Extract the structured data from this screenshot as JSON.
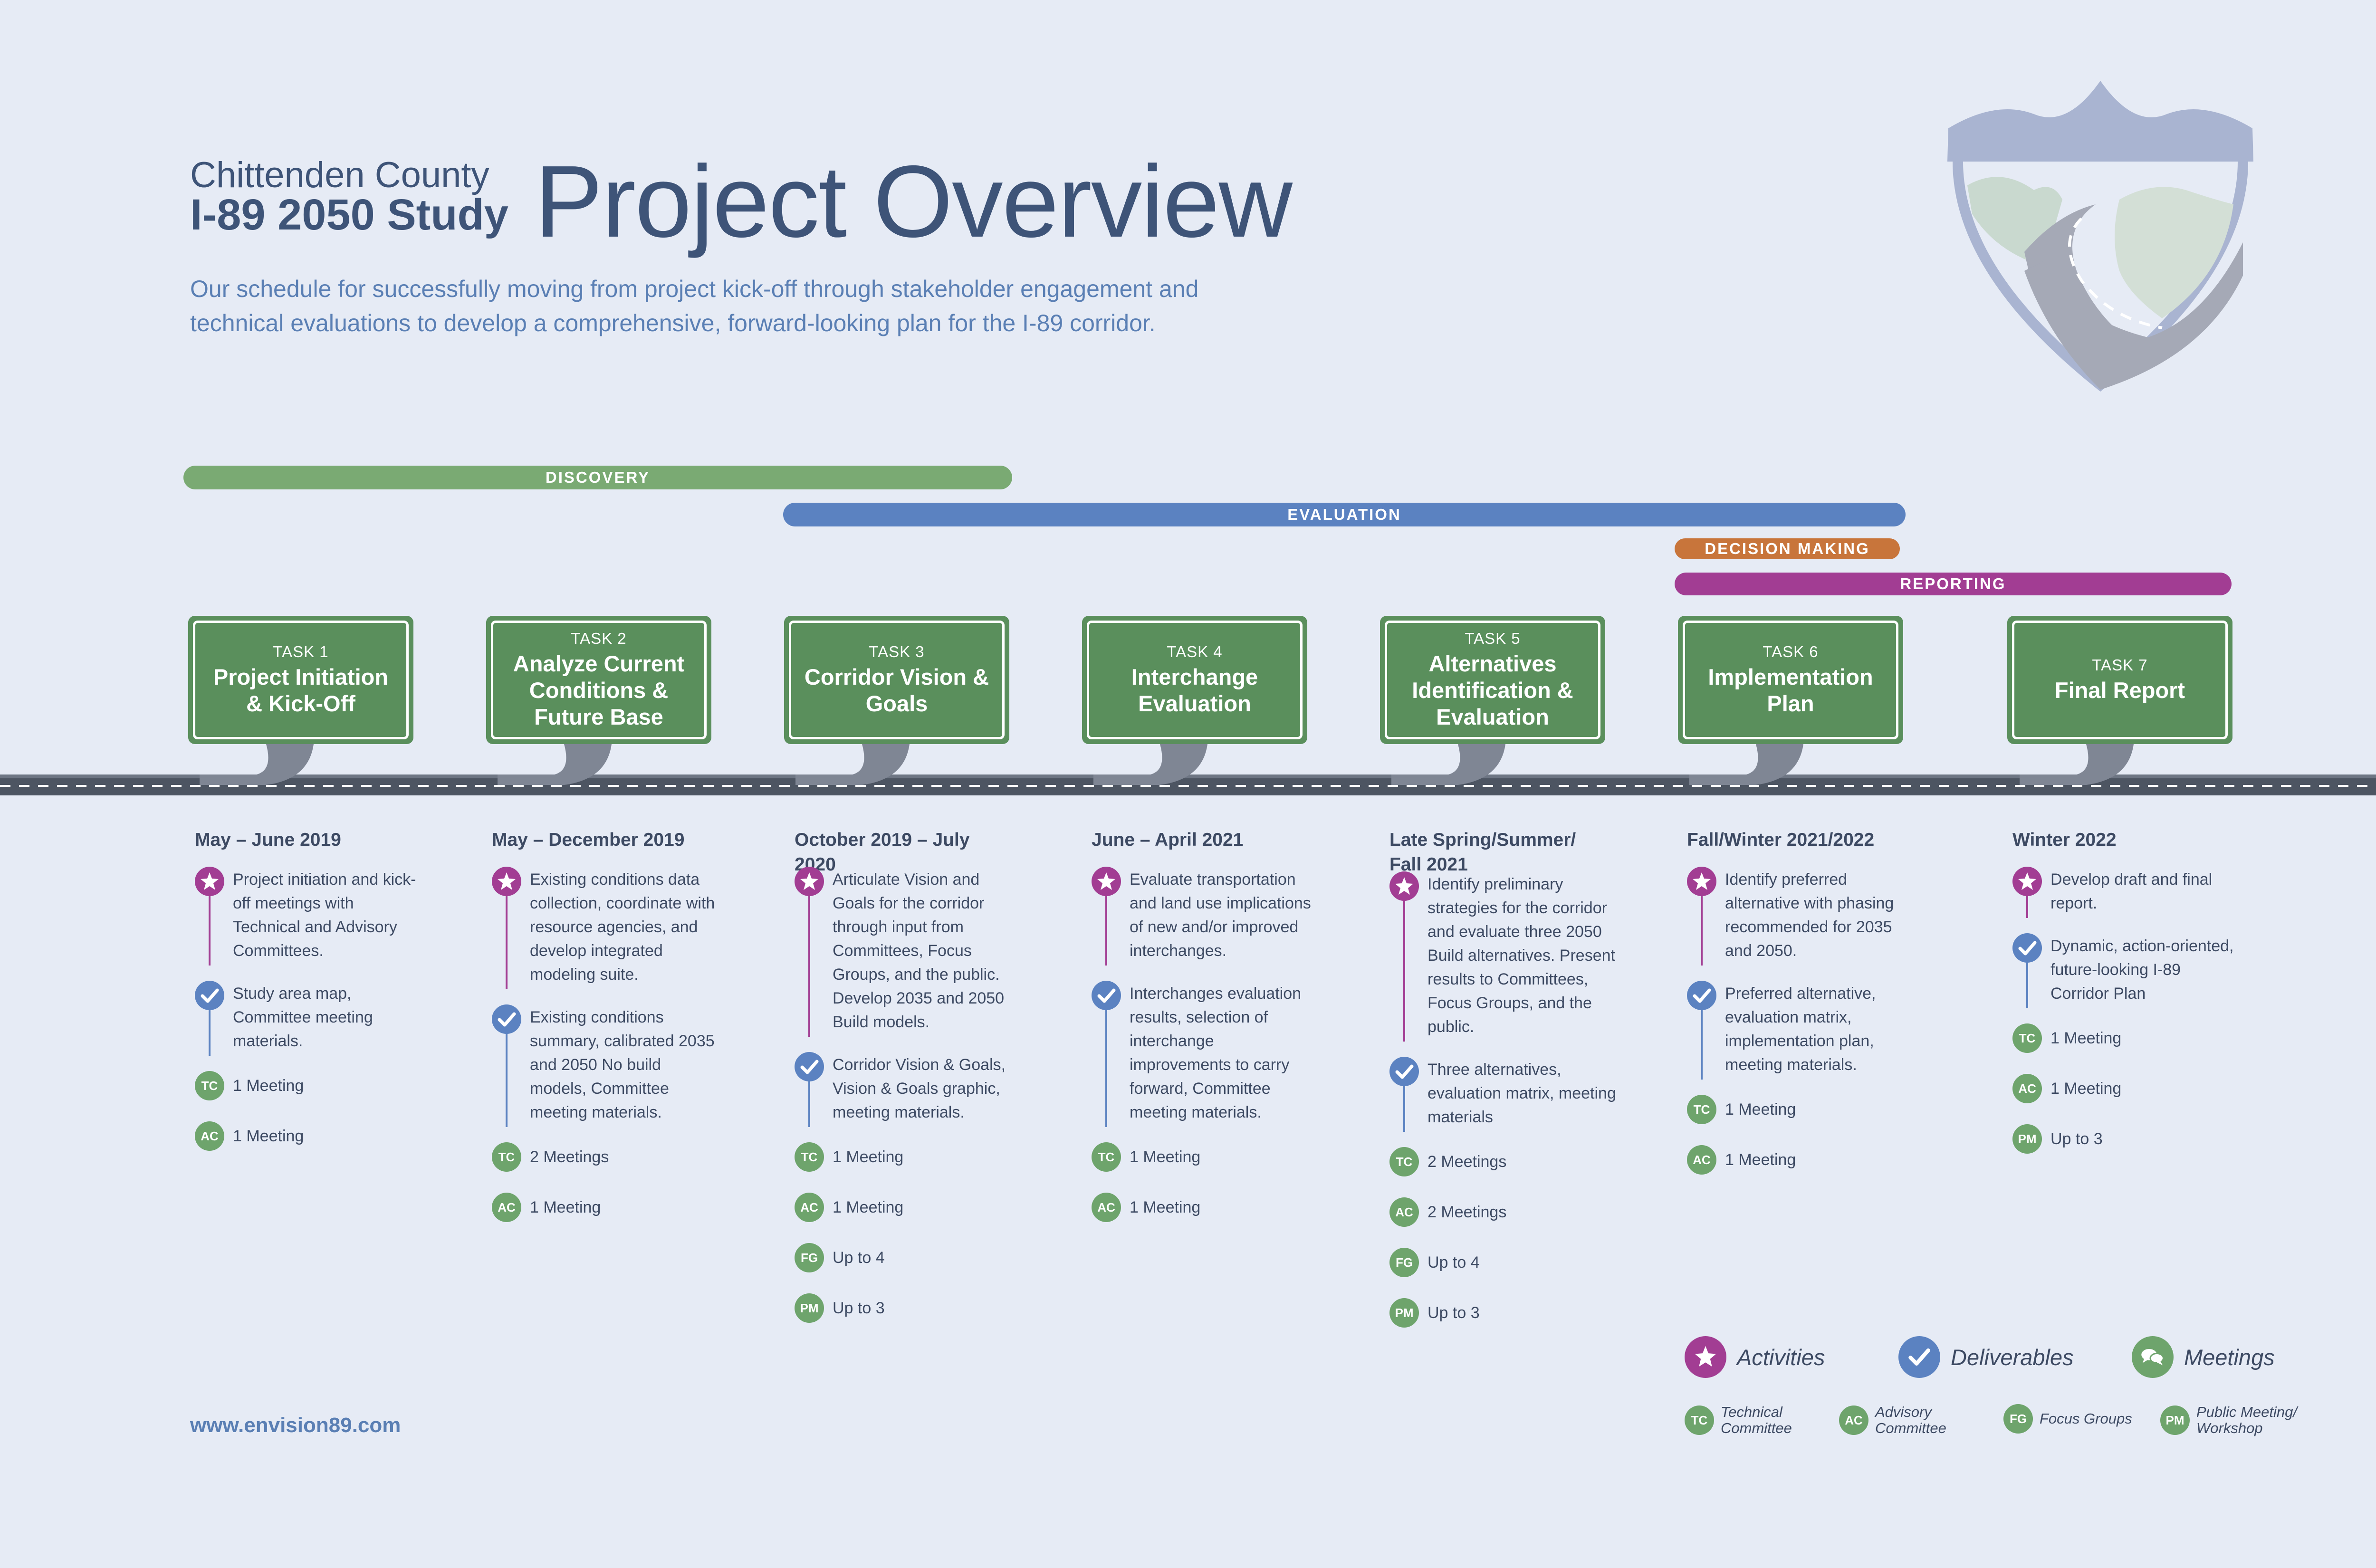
{
  "header": {
    "county": "Chittenden County",
    "study": "I-89 2050 Study",
    "title": "Project Overview",
    "subtitle": "Our schedule for successfully moving from project kick-off through stakeholder engagement and technical evaluations to develop a comprehensive, forward-looking plan for the I-89 corridor."
  },
  "phases": [
    {
      "label": "DISCOVERY",
      "color": "#7aaa73"
    },
    {
      "label": "EVALUATION",
      "color": "#5b82c1"
    },
    {
      "label": "DECISION MAKING",
      "color": "#c8753b"
    },
    {
      "label": "REPORTING",
      "color": "#a23d93"
    }
  ],
  "tasks": [
    {
      "label": "TASK 1",
      "name": "Project Initiation & Kick-Off",
      "date": "May – June 2019",
      "items": [
        {
          "type": "activity",
          "text": "Project initiation and kick-off meetings with Technical and Advisory Committees."
        },
        {
          "type": "deliverable",
          "text": "Study area map, Committee meeting materials."
        },
        {
          "type": "meeting",
          "code": "TC",
          "text": "1 Meeting"
        },
        {
          "type": "meeting",
          "code": "AC",
          "text": "1 Meeting"
        }
      ]
    },
    {
      "label": "TASK 2",
      "name": "Analyze Current Conditions & Future Base",
      "date": "May – December 2019",
      "items": [
        {
          "type": "activity",
          "text": "Existing conditions data collection, coordinate with resource agencies, and develop integrated modeling suite."
        },
        {
          "type": "deliverable",
          "text": "Existing conditions summary, calibrated 2035 and 2050 No build models, Committee meeting materials."
        },
        {
          "type": "meeting",
          "code": "TC",
          "text": "2 Meetings"
        },
        {
          "type": "meeting",
          "code": "AC",
          "text": "1 Meeting"
        }
      ]
    },
    {
      "label": "TASK 3",
      "name": "Corridor Vision & Goals",
      "date": "October 2019 – July 2020",
      "items": [
        {
          "type": "activity",
          "text": "Articulate Vision and Goals for the corridor through input from Committees, Focus Groups, and the public. Develop 2035 and 2050 Build models."
        },
        {
          "type": "deliverable",
          "text": "Corridor Vision & Goals, Vision & Goals graphic, meeting materials."
        },
        {
          "type": "meeting",
          "code": "TC",
          "text": "1 Meeting"
        },
        {
          "type": "meeting",
          "code": "AC",
          "text": "1 Meeting"
        },
        {
          "type": "meeting",
          "code": "FG",
          "text": "Up to 4"
        },
        {
          "type": "meeting",
          "code": "PM",
          "text": "Up to 3"
        }
      ]
    },
    {
      "label": "TASK 4",
      "name": "Interchange Evaluation",
      "date": "June – April 2021",
      "items": [
        {
          "type": "activity",
          "text": "Evaluate transportation and land use implications of new and/or improved interchanges."
        },
        {
          "type": "deliverable",
          "text": "Interchanges evaluation results, selection of interchange improvements to carry forward, Committee meeting materials."
        },
        {
          "type": "meeting",
          "code": "TC",
          "text": "1 Meeting"
        },
        {
          "type": "meeting",
          "code": "AC",
          "text": "1 Meeting"
        }
      ]
    },
    {
      "label": "TASK 5",
      "name": "Alternatives Identification & Evaluation",
      "date": "Late Spring/Summer/ Fall 2021",
      "items": [
        {
          "type": "activity",
          "text": "Identify preliminary strategies for the corridor and evaluate three 2050 Build alternatives. Present results to Committees, Focus Groups, and the public."
        },
        {
          "type": "deliverable",
          "text": "Three alternatives, evaluation matrix, meeting materials"
        },
        {
          "type": "meeting",
          "code": "TC",
          "text": "2 Meetings"
        },
        {
          "type": "meeting",
          "code": "AC",
          "text": "2 Meetings"
        },
        {
          "type": "meeting",
          "code": "FG",
          "text": "Up to 4"
        },
        {
          "type": "meeting",
          "code": "PM",
          "text": "Up to 3"
        }
      ]
    },
    {
      "label": "TASK 6",
      "name": "Implementation Plan",
      "date": "Fall/Winter 2021/2022",
      "items": [
        {
          "type": "activity",
          "text": "Identify preferred alternative with phasing recommended for 2035 and 2050."
        },
        {
          "type": "deliverable",
          "text": "Preferred alternative, evaluation matrix, implementation plan, meeting materials."
        },
        {
          "type": "meeting",
          "code": "TC",
          "text": "1 Meeting"
        },
        {
          "type": "meeting",
          "code": "AC",
          "text": "1 Meeting"
        }
      ]
    },
    {
      "label": "TASK 7",
      "name": "Final Report",
      "date": "Winter 2022",
      "items": [
        {
          "type": "activity",
          "text": "Develop draft and final report."
        },
        {
          "type": "deliverable",
          "text": "Dynamic, action-oriented, future-looking I-89 Corridor Plan"
        },
        {
          "type": "meeting",
          "code": "TC",
          "text": "1 Meeting"
        },
        {
          "type": "meeting",
          "code": "AC",
          "text": "1 Meeting"
        },
        {
          "type": "meeting",
          "code": "PM",
          "text": "Up to 3"
        }
      ]
    }
  ],
  "legend": {
    "activities": "Activities",
    "deliverables": "Deliverables",
    "meetings": "Meetings",
    "codes": [
      {
        "code": "TC",
        "text": "Technical Committee"
      },
      {
        "code": "AC",
        "text": "Advisory Committee"
      },
      {
        "code": "FG",
        "text": "Focus Groups"
      },
      {
        "code": "PM",
        "text": "Public Meeting/ Workshop"
      }
    ]
  },
  "footer": {
    "url": "www.envision89.com"
  },
  "colors": {
    "activity": "#a23d93",
    "deliverable": "#5b82c1",
    "meeting": "#6ea46c",
    "sign": "#5a8f5c",
    "road": "#4d5562"
  },
  "icons": {
    "activity": "star-icon",
    "deliverable": "check-icon",
    "meeting": "speech-bubbles-icon",
    "logo": "interstate-shield-logo"
  }
}
